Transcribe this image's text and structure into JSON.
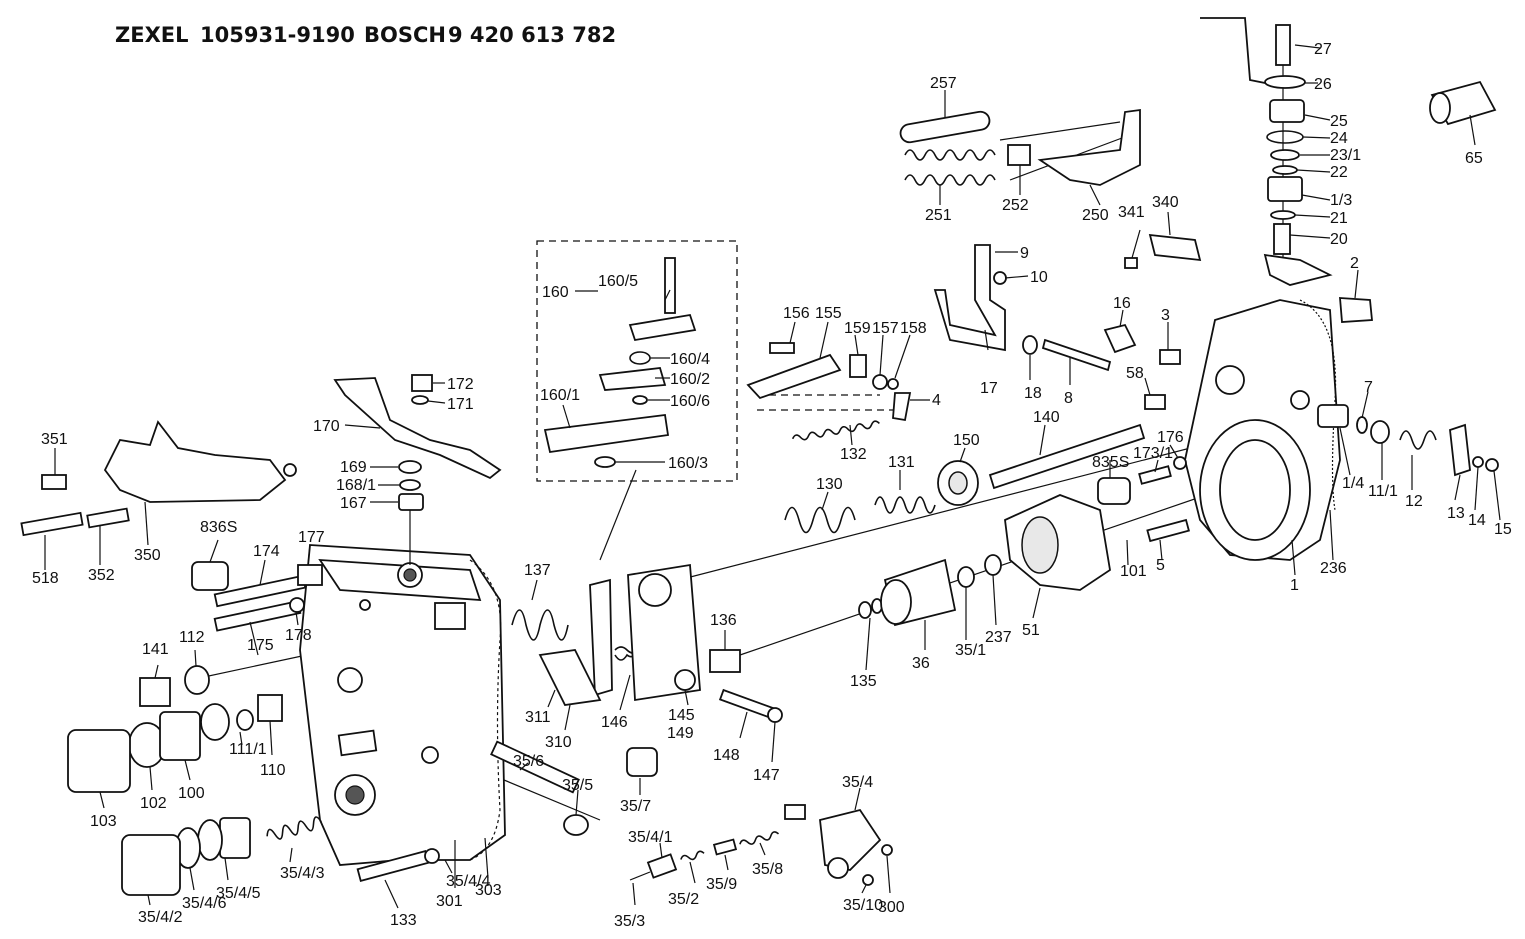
{
  "header": {
    "brand1": "ZEXEL",
    "part1": "105931-9190",
    "brand2": "BOSCH",
    "part2": "9 420 613 782"
  },
  "labels": [
    {
      "id": "27",
      "text": "27"
    },
    {
      "id": "26",
      "text": "26"
    },
    {
      "id": "25",
      "text": "25"
    },
    {
      "id": "24",
      "text": "24"
    },
    {
      "id": "23_1",
      "text": "23/1"
    },
    {
      "id": "22",
      "text": "22"
    },
    {
      "id": "1_3",
      "text": "1/3"
    },
    {
      "id": "21",
      "text": "21"
    },
    {
      "id": "20",
      "text": "20"
    },
    {
      "id": "65",
      "text": "65"
    },
    {
      "id": "257",
      "text": "257"
    },
    {
      "id": "251",
      "text": "251"
    },
    {
      "id": "252",
      "text": "252"
    },
    {
      "id": "250",
      "text": "250"
    },
    {
      "id": "341",
      "text": "341"
    },
    {
      "id": "340",
      "text": "340"
    },
    {
      "id": "2",
      "text": "2"
    },
    {
      "id": "9",
      "text": "9"
    },
    {
      "id": "10",
      "text": "10"
    },
    {
      "id": "16",
      "text": "16"
    },
    {
      "id": "3",
      "text": "3"
    },
    {
      "id": "160",
      "text": "160"
    },
    {
      "id": "160_5",
      "text": "160/5"
    },
    {
      "id": "160_4",
      "text": "160/4"
    },
    {
      "id": "160_2",
      "text": "160/2"
    },
    {
      "id": "160_6",
      "text": "160/6"
    },
    {
      "id": "160_1",
      "text": "160/1"
    },
    {
      "id": "160_3",
      "text": "160/3"
    },
    {
      "id": "156",
      "text": "156"
    },
    {
      "id": "155",
      "text": "155"
    },
    {
      "id": "159",
      "text": "159"
    },
    {
      "id": "157",
      "text": "157"
    },
    {
      "id": "158",
      "text": "158"
    },
    {
      "id": "17",
      "text": "17"
    },
    {
      "id": "18",
      "text": "18"
    },
    {
      "id": "8",
      "text": "8"
    },
    {
      "id": "58",
      "text": "58"
    },
    {
      "id": "4",
      "text": "4"
    },
    {
      "id": "132",
      "text": "132"
    },
    {
      "id": "140",
      "text": "140"
    },
    {
      "id": "150",
      "text": "150"
    },
    {
      "id": "131",
      "text": "131"
    },
    {
      "id": "130",
      "text": "130"
    },
    {
      "id": "7",
      "text": "7"
    },
    {
      "id": "176",
      "text": "176"
    },
    {
      "id": "173_1",
      "text": "173/1"
    },
    {
      "id": "835S",
      "text": "835S"
    },
    {
      "id": "1_4",
      "text": "1/4"
    },
    {
      "id": "11_1",
      "text": "11/1"
    },
    {
      "id": "12",
      "text": "12"
    },
    {
      "id": "13",
      "text": "13"
    },
    {
      "id": "14",
      "text": "14"
    },
    {
      "id": "15",
      "text": "15"
    },
    {
      "id": "5",
      "text": "5"
    },
    {
      "id": "101",
      "text": "101"
    },
    {
      "id": "1",
      "text": "1"
    },
    {
      "id": "236",
      "text": "236"
    },
    {
      "id": "172",
      "text": "172"
    },
    {
      "id": "171",
      "text": "171"
    },
    {
      "id": "170",
      "text": "170"
    },
    {
      "id": "169",
      "text": "169"
    },
    {
      "id": "168_1",
      "text": "168/1"
    },
    {
      "id": "167",
      "text": "167"
    },
    {
      "id": "351",
      "text": "351"
    },
    {
      "id": "350",
      "text": "350"
    },
    {
      "id": "518",
      "text": "518"
    },
    {
      "id": "352",
      "text": "352"
    },
    {
      "id": "836S",
      "text": "836S"
    },
    {
      "id": "174",
      "text": "174"
    },
    {
      "id": "177",
      "text": "177"
    },
    {
      "id": "178",
      "text": "178"
    },
    {
      "id": "175",
      "text": "175"
    },
    {
      "id": "141",
      "text": "141"
    },
    {
      "id": "112",
      "text": "112"
    },
    {
      "id": "111_1",
      "text": "111/1"
    },
    {
      "id": "110",
      "text": "110"
    },
    {
      "id": "103",
      "text": "103"
    },
    {
      "id": "102",
      "text": "102"
    },
    {
      "id": "100",
      "text": "100"
    },
    {
      "id": "311",
      "text": "311"
    },
    {
      "id": "310",
      "text": "310"
    },
    {
      "id": "146",
      "text": "146"
    },
    {
      "id": "145",
      "text": "145"
    },
    {
      "id": "149",
      "text": "149"
    },
    {
      "id": "148",
      "text": "148"
    },
    {
      "id": "147",
      "text": "147"
    },
    {
      "id": "35_6",
      "text": "35/6"
    },
    {
      "id": "35_5",
      "text": "35/5"
    },
    {
      "id": "35_7",
      "text": "35/7"
    },
    {
      "id": "35_4",
      "text": "35/4"
    },
    {
      "id": "35_4_1",
      "text": "35/4/1"
    },
    {
      "id": "35_8",
      "text": "35/8"
    },
    {
      "id": "35_9",
      "text": "35/9"
    },
    {
      "id": "35_2",
      "text": "35/2"
    },
    {
      "id": "35_3",
      "text": "35/3"
    },
    {
      "id": "35_10",
      "text": "35/10"
    },
    {
      "id": "300",
      "text": "300"
    },
    {
      "id": "35_4_3",
      "text": "35/4/3"
    },
    {
      "id": "35_4_2",
      "text": "35/4/2"
    },
    {
      "id": "35_4_6",
      "text": "35/4/6"
    },
    {
      "id": "35_4_5",
      "text": "35/4/5"
    },
    {
      "id": "35_4_4",
      "text": "35/4/4"
    },
    {
      "id": "301",
      "text": "301"
    },
    {
      "id": "303",
      "text": "303"
    },
    {
      "id": "133",
      "text": "133"
    },
    {
      "id": "137",
      "text": "137"
    },
    {
      "id": "136",
      "text": "136"
    },
    {
      "id": "135",
      "text": "135"
    },
    {
      "id": "36",
      "text": "36"
    },
    {
      "id": "35_1",
      "text": "35/1"
    },
    {
      "id": "237",
      "text": "237"
    },
    {
      "id": "51",
      "text": "51"
    }
  ]
}
